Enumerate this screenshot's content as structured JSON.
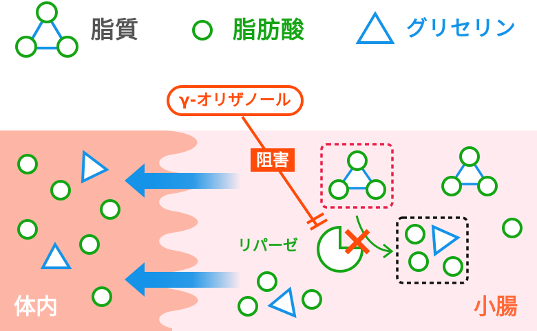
{
  "legend": {
    "items": [
      {
        "icon": "lipid-triangle-molecule-icon",
        "label": "脂質",
        "color": "#555555"
      },
      {
        "icon": "fatty-acid-circle-icon",
        "label": "脂肪酸",
        "color": "#14a514"
      },
      {
        "icon": "glycerin-triangle-icon",
        "label": "グリセリン",
        "color": "#1493e8"
      }
    ]
  },
  "inhibitor": {
    "label": "γ-オリザノール",
    "action_label": "阻害"
  },
  "enzyme": {
    "label": "リパーゼ"
  },
  "regions": {
    "body": "体内",
    "intestine": "小腸"
  },
  "colors": {
    "green": "#14a514",
    "blue": "#1493e8",
    "orange": "#ff4a0a",
    "body_bg": "#fdb6a6",
    "intestine_bg": "#ffebef",
    "dashed_red": "#e8204a",
    "dashed_black": "#111111",
    "legend_gray": "#555555"
  }
}
